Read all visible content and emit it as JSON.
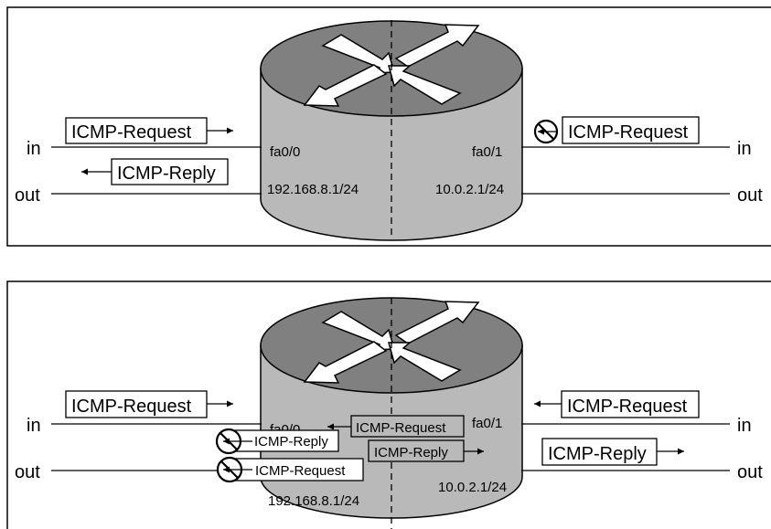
{
  "top_panel": {
    "left_interface": "fa0/0",
    "left_ip": "192.168.8.1/24",
    "right_interface": "fa0/1",
    "right_ip": "10.0.2.1/24",
    "left_in_label": "in",
    "left_out_label": "out",
    "right_in_label": "in",
    "right_out_label": "out",
    "left_request_label": "ICMP-Request",
    "left_reply_label": "ICMP-Reply",
    "right_request_label": "ICMP-Request",
    "right_request_status": "blocked"
  },
  "bottom_panel": {
    "left_interface": "fa0/0",
    "left_ip": "192.168.8.1/24",
    "right_interface": "fa0/1",
    "right_ip": "10.0.2.1/24",
    "left_in_label": "in",
    "left_out_label": "out",
    "right_in_label": "in",
    "right_out_label": "out",
    "left_request_label": "ICMP-Request",
    "right_request_label": "ICMP-Request",
    "right_reply_label": "ICMP-Reply",
    "inner_request_label": "ICMP-Request",
    "inner_reply_label": "ICMP-Reply",
    "blocked_reply_label": "ICMP-Reply",
    "blocked_request_label": "ICMP-Request",
    "blocked_reply_status": "blocked",
    "blocked_request_status": "blocked"
  },
  "colors": {
    "router_top": "#808080",
    "router_side": "#b9b9b9",
    "line": "#000000",
    "arrow_fill": "#ffffff"
  },
  "icons": {
    "router": "router-icon",
    "blocked": "prohibited-icon"
  }
}
